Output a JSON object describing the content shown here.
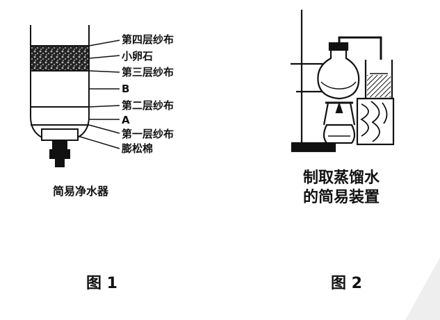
{
  "figure1": {
    "labels": {
      "layer4": "第四层纱布",
      "pebble": "小卵石",
      "layer3": "第三层纱布",
      "b": "B",
      "layer2": "第二层纱布",
      "a": "A",
      "layer1": "第一层纱布",
      "cotton": "膨松棉"
    },
    "caption": "简易净水器",
    "figure_label": "图 1"
  },
  "figure2": {
    "caption_line1": "制取蒸馏水",
    "caption_line2": "的简易装置",
    "figure_label": "图 2"
  }
}
